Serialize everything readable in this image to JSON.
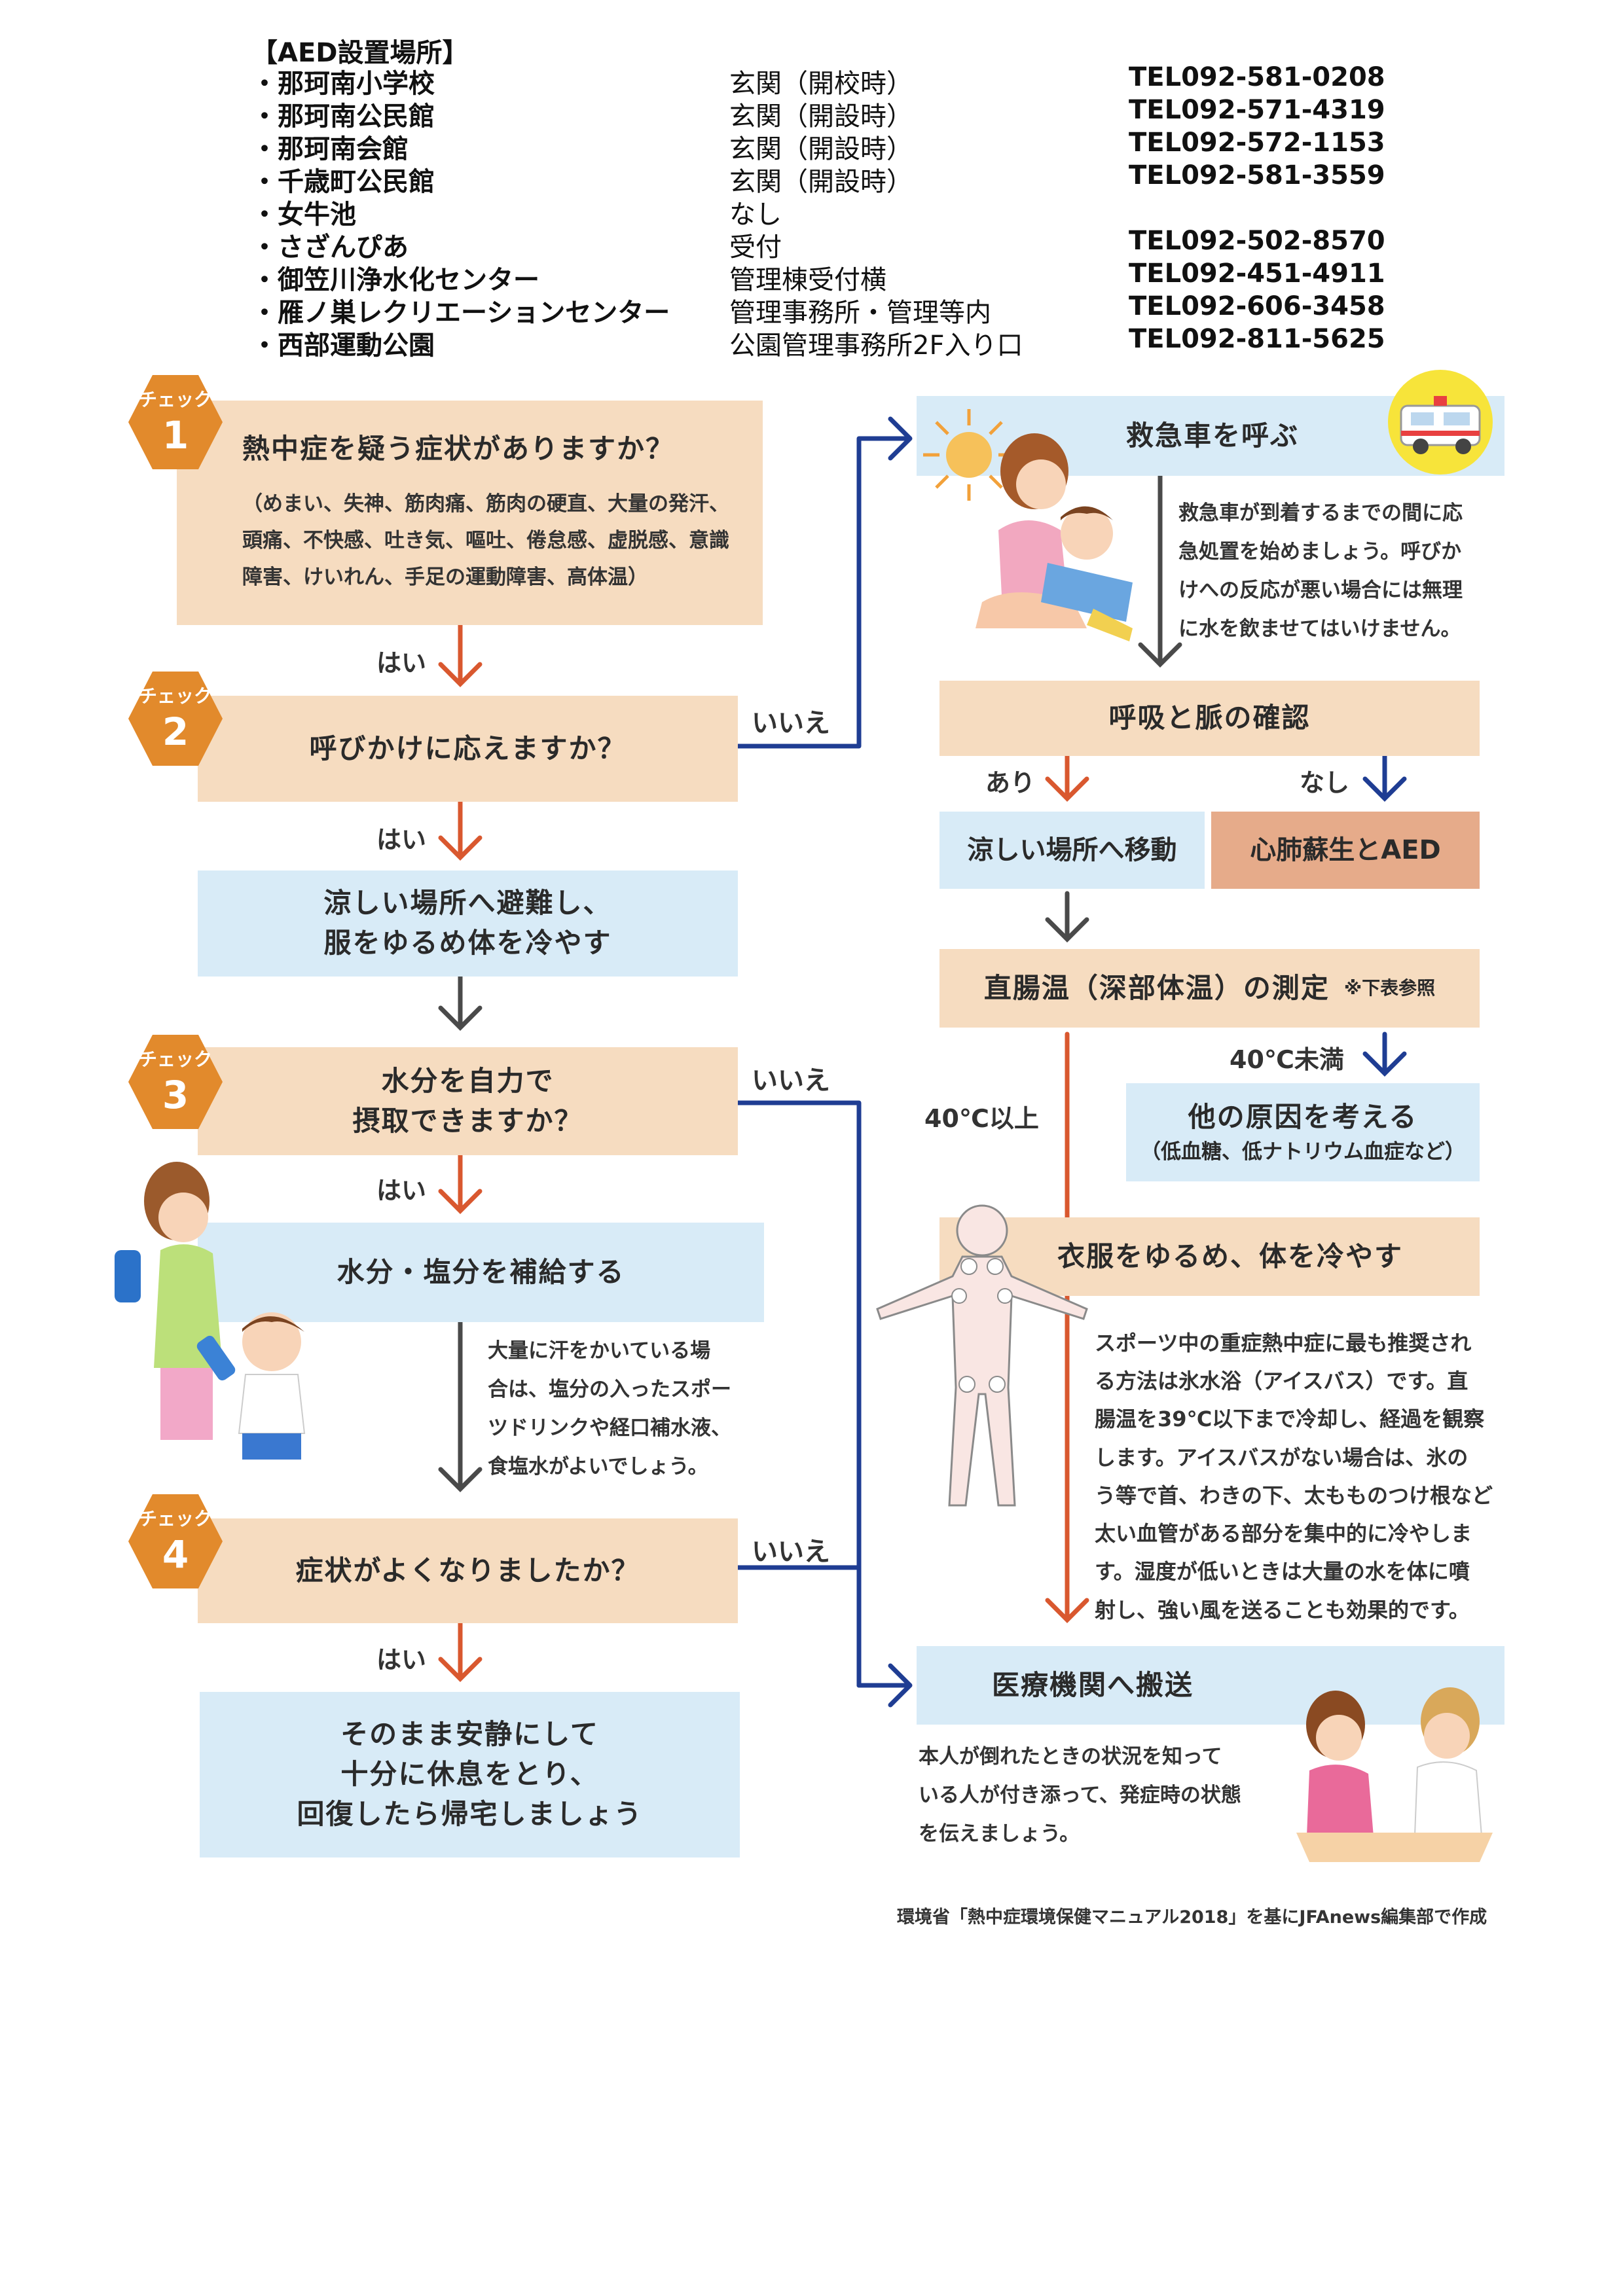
{
  "aed": {
    "title": "【AED設置場所】",
    "rows": [
      {
        "name": "・那珂南小学校",
        "place": "玄関（開校時）",
        "tel": "TEL092-581-0208"
      },
      {
        "name": "・那珂南公民館",
        "place": "玄関（開設時）",
        "tel": "TEL092-571-4319"
      },
      {
        "name": "・那珂南会館",
        "place": "玄関（開設時）",
        "tel": "TEL092-572-1153"
      },
      {
        "name": "・千歳町公民館",
        "place": "玄関（開設時）",
        "tel": "TEL092-581-3559"
      },
      {
        "name": "・女牛池",
        "place": "なし",
        "tel": ""
      },
      {
        "name": "・さざんぴあ",
        "place": "受付",
        "tel": "TEL092-502-8570"
      },
      {
        "name": "・御笠川浄水化センター",
        "place": "管理棟受付横",
        "tel": "TEL092-451-4911"
      },
      {
        "name": "・雁ノ巣レクリエーションセンター",
        "place": "管理事務所・管理等内",
        "tel": "TEL092-606-3458"
      },
      {
        "name": "・西部運動公園",
        "place": "公園管理事務所2F入り口",
        "tel": "TEL092-811-5625"
      }
    ]
  },
  "flow": {
    "check_label": "チェック",
    "check1": {
      "num": "1",
      "title": "熱中症を疑う症状がありますか？",
      "sub1": "（めまい、失神、筋肉痛、筋肉の硬直、大量の発汗、",
      "sub2": "頭痛、不快感、吐き気、嘔吐、倦怠感、虚脱感、意識",
      "sub3": "障害、けいれん、手足の運動障害、高体温）"
    },
    "check2": {
      "num": "2",
      "title": "呼びかけに応えますか？"
    },
    "cool1": {
      "line1": "涼しい場所へ避難し、",
      "line2": "服をゆるめ体を冷やす"
    },
    "check3": {
      "num": "3",
      "line1": "水分を自力で",
      "line2": "摂取できますか？"
    },
    "hydrate": "水分・塩分を補給する",
    "hydrate_note": [
      "大量に汗をかいている場",
      "合は、塩分の入ったスポー",
      "ツドリンクや経口補水液、",
      "食塩水がよいでしょう。"
    ],
    "check4": {
      "num": "4",
      "title": "症状がよくなりましたか？"
    },
    "rest": {
      "line1": "そのまま安静にして",
      "line2": "十分に休息をとり、",
      "line3": "回復したら帰宅しましょう"
    },
    "yes": "はい",
    "no": "いいえ",
    "ambulance": "救急車を呼ぶ",
    "ambulance_note": [
      "救急車が到着するまでの間に応",
      "急処置を始めましょう。呼びか",
      "けへの反応が悪い場合には無理",
      "に水を飲ませてはいけません。"
    ],
    "breath": "呼吸と脈の確認",
    "ari": "あり",
    "nashi": "なし",
    "move_cool": "涼しい場所へ移動",
    "cpr": "心肺蘇生とAED",
    "rectal": "直腸温（深部体温）の測定",
    "rectal_note": "※下表参照",
    "under40": "40℃未満",
    "over40": "40℃以上",
    "other_cause": "他の原因を考える",
    "other_cause_sub": "（低血糖、低ナトリウム血症など）",
    "loosen": "衣服をゆるめ、体を冷やす",
    "loosen_note": [
      "スポーツ中の重症熱中症に最も推奨され",
      "る方法は氷水浴（アイスバス）です。直",
      "腸温を39℃以下まで冷却し、経過を観察",
      "します。アイスバスがない場合は、氷の",
      "う等で首、わきの下、太もものつけ根など",
      "太い血管がある部分を集中的に冷やしま",
      "す。湿度が低いときは大量の水を体に噴",
      "射し、強い風を送ることも効果的です。"
    ],
    "hospital": "医療機関へ搬送",
    "hospital_note": [
      "本人が倒れたときの状況を知って",
      "いる人が付き添って、発症時の状態",
      "を伝えましょう。"
    ]
  },
  "credit": "環境省「熱中症環境保健マニュアル2018」を基にJFAnews編集部で作成",
  "colors": {
    "peach": "#f6dcc0",
    "blue": "#d8ebf7",
    "salmon": "#e6ab8a",
    "orange": "#e28a2c",
    "red_arrow": "#d9582f",
    "blue_arrow": "#1f3d93",
    "gray_arrow": "#4a4a4a"
  }
}
